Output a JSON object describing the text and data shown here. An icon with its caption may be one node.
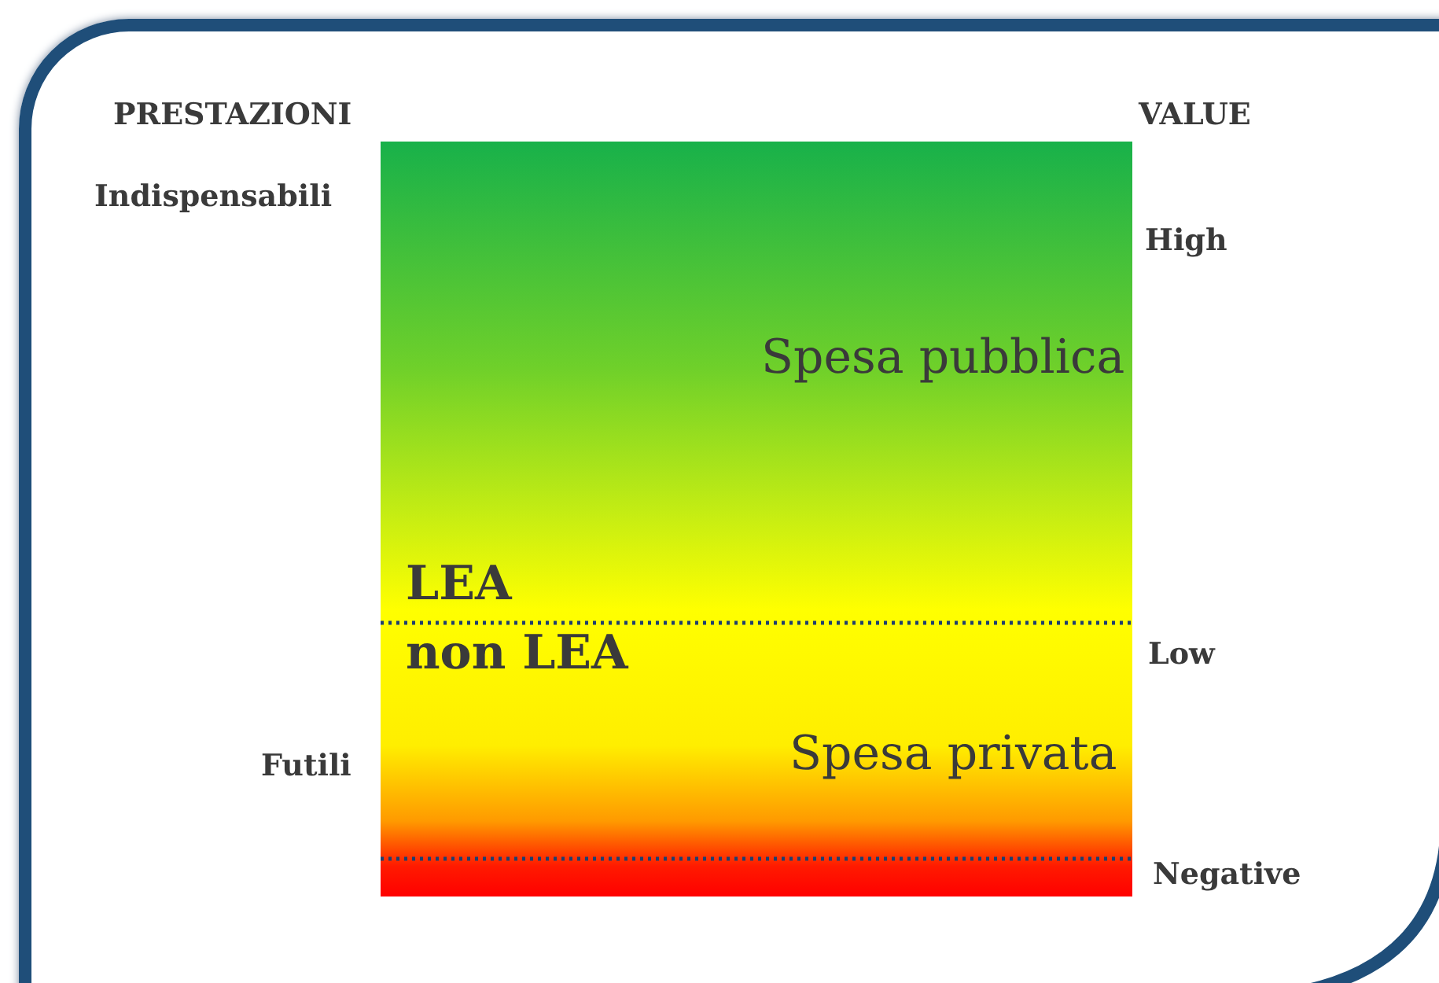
{
  "diagram": {
    "labels": [
      "PRESTAZIONI",
      "VALUE",
      "Indispensabili",
      "High",
      "Spesa pubblica",
      "LEA",
      "non LEA",
      "Low",
      "Futili",
      "Spesa privata",
      "Negative"
    ]
  }
}
